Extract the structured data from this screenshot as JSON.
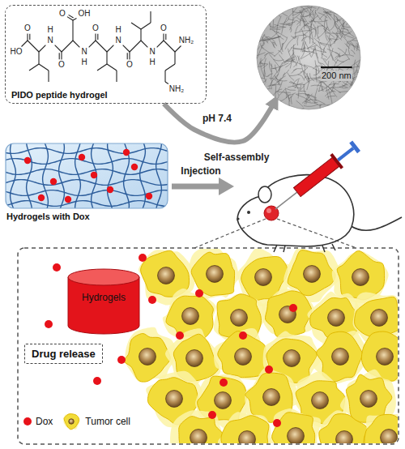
{
  "diagram": {
    "nodes": [
      {
        "text": [
          "PIDO peptide hydrogel"
        ]
      },
      {
        "text": [
          "200 nm"
        ]
      },
      {
        "text": [
          "Hydrogels with Dox"
        ]
      },
      {
        "text": [
          "Hydrogels"
        ]
      },
      {
        "text": [
          "Drug release"
        ]
      }
    ],
    "edges": [
      {
        "from": 0,
        "to": 1,
        "arrow": "to",
        "label": "pH 7.4"
      }
    ],
    "labels": [
      "HO",
      "O",
      "H",
      "N",
      "O",
      "O",
      "OH",
      "N",
      "H",
      "O",
      "H",
      "N",
      "O",
      "N",
      "H",
      "O",
      "NH₂",
      "NH₂",
      "Self-assembly",
      "Injection"
    ],
    "legend": [
      {
        "text": "Dox",
        "color": "#e8121a"
      },
      {
        "text": "Tumor cell"
      }
    ]
  }
}
